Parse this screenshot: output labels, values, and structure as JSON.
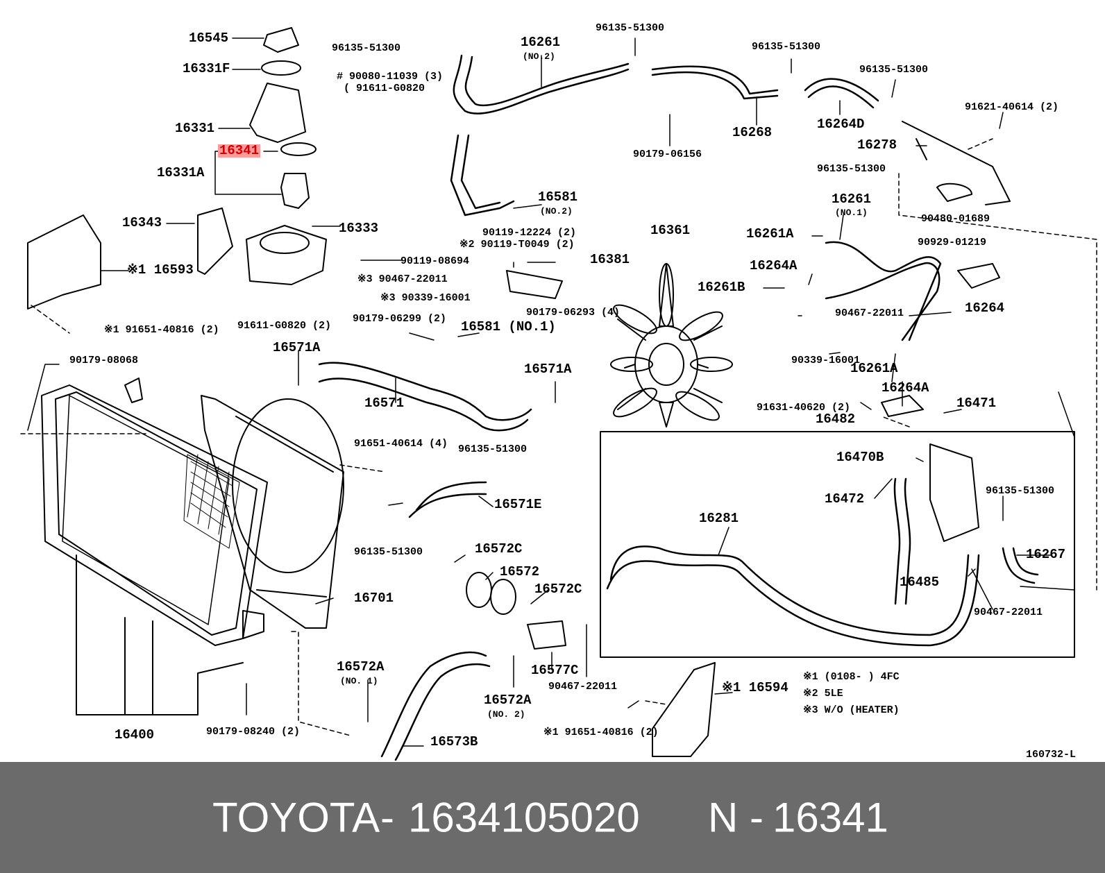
{
  "diagram": {
    "ref_code": "160732-L",
    "highlight_part": "16341",
    "notes": [
      {
        "mark": "※1",
        "text": "(0108-        ) 4FC"
      },
      {
        "mark": "※2",
        "text": "5LE"
      },
      {
        "mark": "※3",
        "text": "W/O (HEATER)"
      }
    ],
    "labels": {
      "l16545": "16545",
      "l16331F": "16331F",
      "l16331": "16331",
      "l16341": "16341",
      "l16331A": "16331A",
      "l16343": "16343",
      "l16593": "※1 16593",
      "l16333": "16333",
      "l90080": "# 90080-11039 (3)",
      "l91611a": "( 91611-G0820",
      "l96135_top1": "96135-51300",
      "l16261_no2": "16261",
      "l16261_no2_sub": "(NO.2)",
      "l96135_top2": "96135-51300",
      "l96135_top3": "96135-51300",
      "l96135_top4": "96135-51300",
      "l16268": "16268",
      "l16264D": "16264D",
      "l90179_06156": "90179-06156",
      "l91621": "91621-40614 (2)",
      "l16278": "16278",
      "l96135_r": "96135-51300",
      "l90480": "90480-01689",
      "l16581_no2": "16581",
      "l16581_no2_sub": "(NO.2)",
      "l90119_12224": "90119-12224 (2)",
      "l90119_T0049": "※2 90119-T0049 (2)",
      "l16381": "16381",
      "l16361": "16361",
      "l16261_no1": "16261",
      "l16261_no1_sub": "(NO.1)",
      "l16261A_1": "16261A",
      "l90929": "90929-01219",
      "l16264A_1": "16264A",
      "l16261B": "16261B",
      "l90467_r": "90467-22011",
      "l16264": "16264",
      "l90339_r": "90339-16001",
      "l16261A_2": "16261A",
      "l16264A_2": "16264A",
      "l90119_08694": "90119-08694",
      "l90467_m": "※3 90467-22011",
      "l90339_m": "※3 90339-16001",
      "l91611b": "91611-G0820 (2)",
      "l91651_40816a": "※1  91651-40816 (2)",
      "l90179_06299": "90179-06299 (2)",
      "l16581_no1": "16581 (NO.1)",
      "l90179_06293": "90179-06293 (4)",
      "l16571A_1": "16571A",
      "l16571": "16571",
      "l16571A_2": "16571A",
      "l90179_08068": "90179-08068",
      "l91631": "91631-40620 (2)",
      "l16471": "16471",
      "l16482": "16482",
      "l16470B": "16470B",
      "l16472": "16472",
      "l96135_box": "96135-51300",
      "l16281": "16281",
      "l16267": "16267",
      "l16485": "16485",
      "l90467_box": "90467-22011",
      "l91651_40614": "91651-40614 (4)",
      "l96135_mid1": "96135-51300",
      "l16571E": "16571E",
      "l96135_mid2": "96135-51300",
      "l16572C_1": "16572C",
      "l16572": "16572",
      "l16572C_2": "16572C",
      "l16701": "16701",
      "l16577C": "16577C",
      "l90467_bot": "90467-22011",
      "l16572A_no1": "16572A",
      "l16572A_no1_sub": "(NO. 1)",
      "l16572A_no2": "16572A",
      "l16572A_no2_sub": "(NO. 2)",
      "l16573B": "16573B",
      "l16594": "※1 16594",
      "l91651_40816b": "※1 91651-40816 (2)",
      "l16400": "16400",
      "l90179_08240": "90179-08240 (2)"
    }
  },
  "footer": {
    "brand": "TOYOTA",
    "sep1": "-",
    "part_number": "1634105020",
    "ref_prefix": "N",
    "sep2": "-",
    "ref_number": "16341"
  },
  "colors": {
    "line": "#000000",
    "highlight_bg": "#ff9a9a",
    "highlight_text": "#d40000",
    "footer_bg": "#6b6b6b",
    "footer_text": "#ffffff"
  }
}
